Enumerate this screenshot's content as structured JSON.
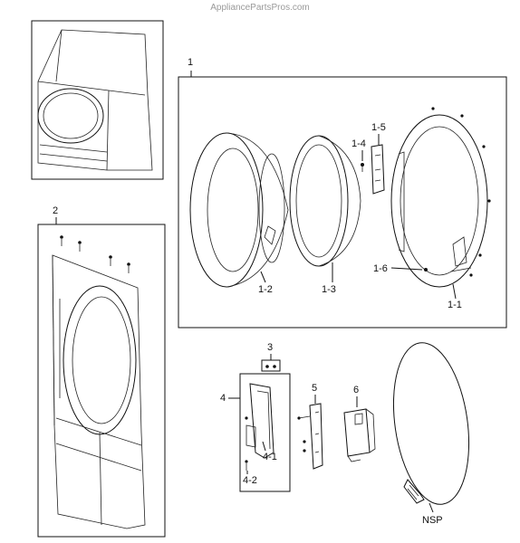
{
  "watermark": "AppliancePartsPros.com",
  "callouts": {
    "c1": "1",
    "c1_1": "1-1",
    "c1_2": "1-2",
    "c1_3": "1-3",
    "c1_4": "1-4",
    "c1_5": "1-5",
    "c1_6": "1-6",
    "c2": "2",
    "c3": "3",
    "c4": "4",
    "c4_1": "4-1",
    "c4_2": "4-2",
    "c5": "5",
    "c6": "6",
    "nsp": "NSP"
  }
}
